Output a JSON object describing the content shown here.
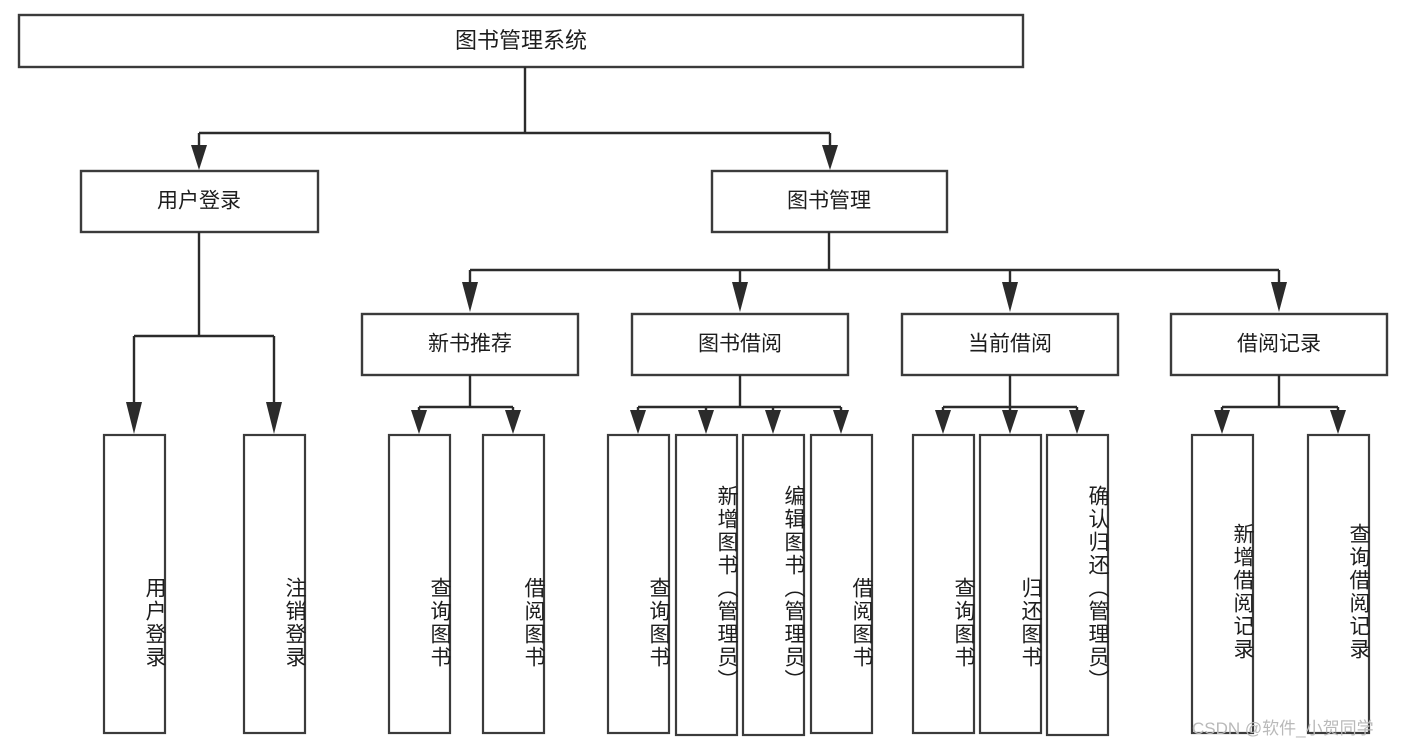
{
  "diagram": {
    "type": "tree",
    "title_node": {
      "label": "图书管理系统"
    },
    "level2": [
      {
        "id": "user-login",
        "label": "用户登录"
      },
      {
        "id": "book-manage",
        "label": "图书管理"
      }
    ],
    "level3": [
      {
        "id": "new-book-recommend",
        "label": "新书推荐"
      },
      {
        "id": "book-borrow",
        "label": "图书借阅"
      },
      {
        "id": "current-borrow",
        "label": "当前借阅"
      },
      {
        "id": "borrow-record",
        "label": "借阅记录"
      }
    ],
    "leaves": {
      "user_login": [
        {
          "id": "leaf-user-login",
          "label": "用户登录"
        },
        {
          "id": "leaf-logout",
          "label": "注销登录"
        }
      ],
      "new_book_recommend": [
        {
          "id": "leaf-query-book-1",
          "label": "查询图书"
        },
        {
          "id": "leaf-borrow-book-1",
          "label": "借阅图书"
        }
      ],
      "book_borrow": [
        {
          "id": "leaf-query-book-2",
          "label": "查询图书"
        },
        {
          "id": "leaf-add-book",
          "label": "新增图书（管理员）"
        },
        {
          "id": "leaf-edit-book",
          "label": "编辑图书（管理员）"
        },
        {
          "id": "leaf-borrow-book-2",
          "label": "借阅图书"
        }
      ],
      "current_borrow": [
        {
          "id": "leaf-query-book-3",
          "label": "查询图书"
        },
        {
          "id": "leaf-return-book",
          "label": "归还图书"
        },
        {
          "id": "leaf-confirm-return",
          "label": "确认归还（管理员）"
        }
      ],
      "borrow_record": [
        {
          "id": "leaf-add-record",
          "label": "新增借阅记录"
        },
        {
          "id": "leaf-query-record",
          "label": "查询借阅记录"
        }
      ]
    }
  },
  "watermark": {
    "text": "CSDN @软件_小贺同学"
  },
  "colors": {
    "box_stroke": "#3b3b3b",
    "connector": "#2b2b2b",
    "text": "#1d1d1d",
    "background": "#ffffff",
    "watermark": "#b9b9b9"
  }
}
